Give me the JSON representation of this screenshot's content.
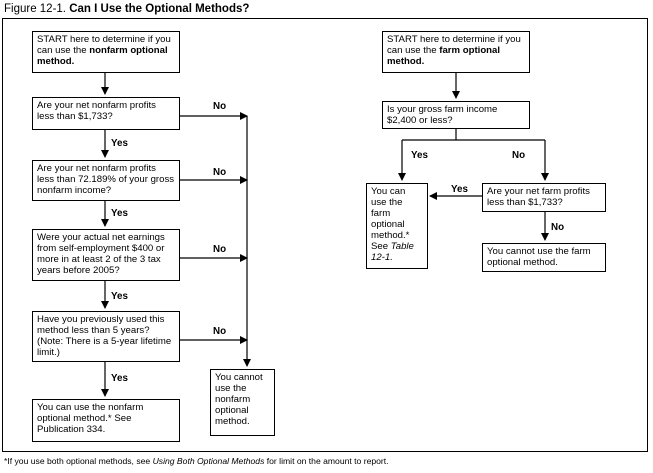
{
  "figure": {
    "number": "Figure 12-1.",
    "title": "Can I Use the Optional Methods?"
  },
  "nonfarm": {
    "start": {
      "pre": "START here to determine if you can use the ",
      "bold": "nonfarm optional method."
    },
    "q1": "Are your net nonfarm profits less than $1,733?",
    "q2": "Are your net nonfarm profits less than 72.189% of your gross nonfarm income?",
    "q3": "Were your actual net earnings from self-employment $400 or more in at least 2 of the 3 tax years before 2005?",
    "q4": "Have you previously used this method less than 5 years? (Note: There is a 5-year lifetime limit.)",
    "yes_result": "You can use the nonfarm optional method.* See Publication 334.",
    "no_result": "You cannot use the nonfarm optional method."
  },
  "farm": {
    "start": {
      "pre": "START here to determine if you can use the ",
      "bold": "farm optional method."
    },
    "q1": "Is your gross farm income $2,400 or less?",
    "q2": "Are your net farm profits less than $1,733?",
    "yes_result": {
      "text": "You can use the farm optional method.* See ",
      "ref": "Table 12-1."
    },
    "no_result": "You cannot use the farm optional method."
  },
  "labels": {
    "yes": "Yes",
    "no": "No"
  },
  "footnote": {
    "pre": "*If you use both optional methods, see ",
    "ref": "Using Both Optional Methods",
    "post": " for limit on the amount to report."
  }
}
